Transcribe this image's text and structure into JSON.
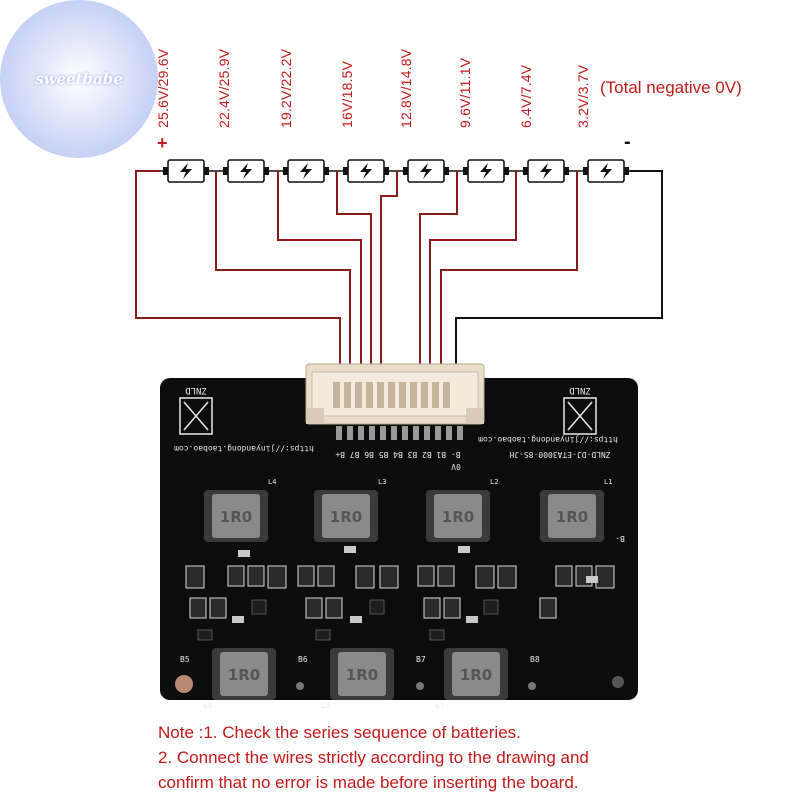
{
  "watermark": "sweetbabe",
  "voltages": [
    "25.6V/29.6V",
    "22.4V/25.9V",
    "19.2V/22.2V",
    "16V/18.5V",
    "12.8V/14.8V",
    "9.6V/11.1V",
    "6.4V/7.4V",
    "3.2V/3.7V"
  ],
  "negative_label": "(Total negative 0V)",
  "plus_sign": "+",
  "minus_sign": "-",
  "battery_icon": "battery-bolt-icon",
  "board": {
    "logo": "ZNLD",
    "url": "https://jinyandong.taobao.com",
    "model": "ZNLD-DJ-ETA3000-8S-JH",
    "pin_labels": "B- B1 B2 B3 B4 B5 B6 B7 B+",
    "zero_v": "0V",
    "inductor_text": "1R0",
    "inductor_labels": [
      "L4",
      "L3",
      "L2",
      "L1",
      "L6",
      "L5",
      "L7"
    ],
    "bottom_labels": [
      "B5",
      "B6",
      "B7",
      "B8"
    ],
    "b_minus": "B-"
  },
  "notes": [
    "Note :1. Check the series sequence of batteries.",
    "2. Connect the wires strictly according to the drawing and",
    "confirm that no error is made before inserting the board."
  ],
  "colors": {
    "wire": "#8b1a1a",
    "text_red": "#c21a1a",
    "board": "#0c0c0c",
    "connector": "#e9dcc8"
  }
}
